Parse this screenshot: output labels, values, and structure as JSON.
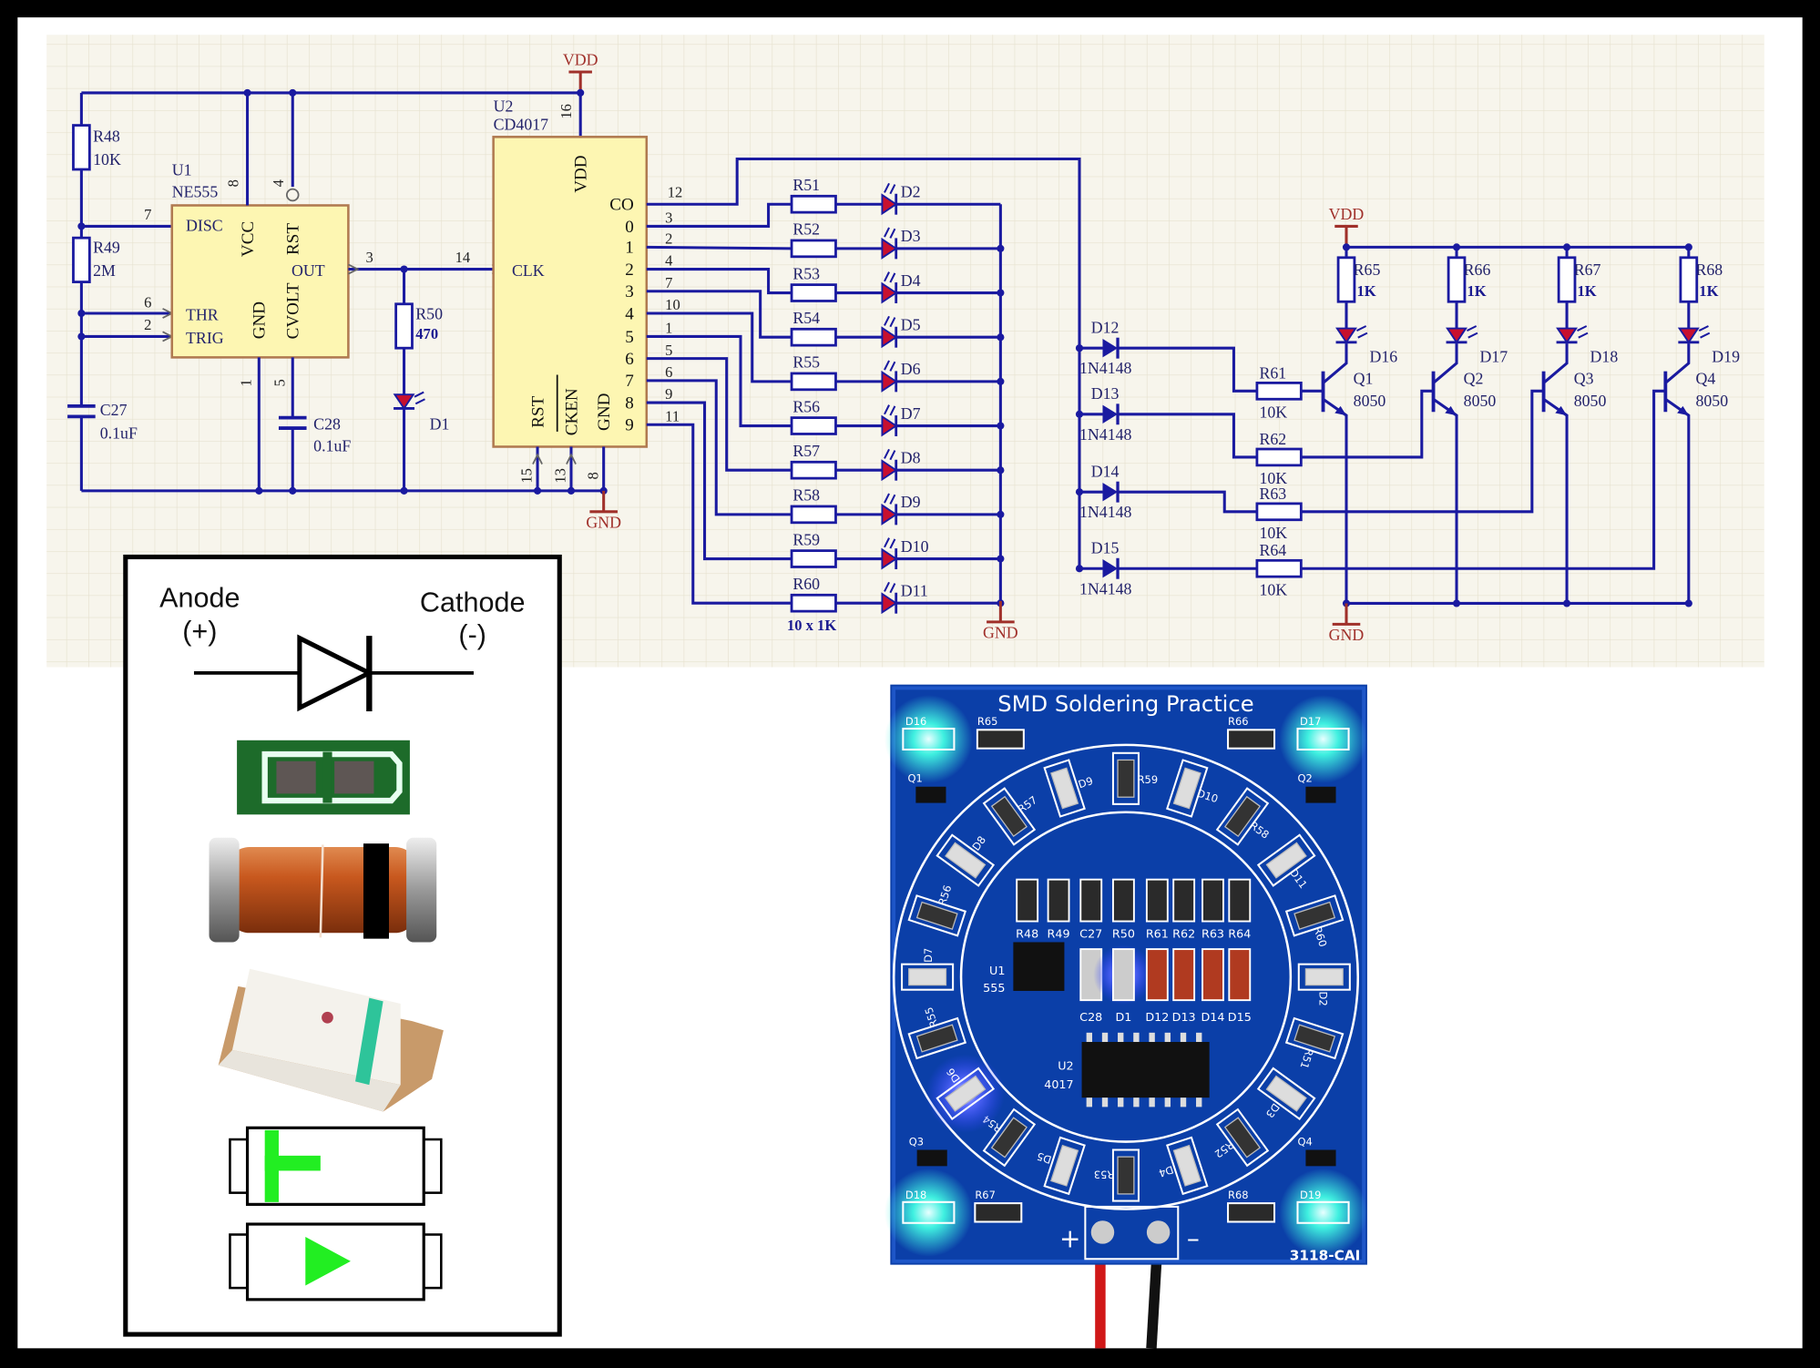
{
  "colors": {
    "wire": "#1a1aa0",
    "ic_fill": "#fdf6b2",
    "ic_stroke": "#b07a50",
    "power": "#a0302a",
    "led": "#c8102e",
    "pcb": "#0b3fa8",
    "guide_green": "#22ee22"
  },
  "schematic": {
    "vdd": "VDD",
    "gnd": "GND",
    "r48": {
      "ref": "R48",
      "value": "10K"
    },
    "r49": {
      "ref": "R49",
      "value": "2M"
    },
    "r50": {
      "ref": "R50",
      "value": "470"
    },
    "c27": {
      "ref": "C27",
      "value": "0.1uF"
    },
    "c28": {
      "ref": "C28",
      "value": "0.1uF"
    },
    "d1": "D1",
    "u1": {
      "ref": "U1",
      "part": "NE555",
      "pins": {
        "disc": "DISC",
        "vcc": "VCC",
        "rst": "RST",
        "out": "OUT",
        "thr": "THR",
        "trig": "TRIG",
        "gnd": "GND",
        "cvolt": "CVOLT"
      },
      "pin_numbers": {
        "disc": "7",
        "vcc": "8",
        "rst": "4",
        "out": "3",
        "thr": "6",
        "trig": "2",
        "gnd": "1",
        "cvolt": "5"
      }
    },
    "u2": {
      "ref": "U2",
      "part": "CD4017",
      "pins": {
        "vdd": "VDD",
        "clk": "CLK",
        "co": "CO",
        "rst": "RST",
        "cken": "CKEN",
        "gnd": "GND"
      },
      "outputs": [
        "0",
        "1",
        "2",
        "3",
        "4",
        "5",
        "6",
        "7",
        "8",
        "9"
      ],
      "pin_numbers": {
        "vdd": "16",
        "clk": "14",
        "co": "12",
        "rst": "15",
        "cken": "13",
        "gnd": "8"
      },
      "output_pin_numbers": [
        "3",
        "2",
        "4",
        "7",
        "10",
        "1",
        "5",
        "6",
        "9",
        "11"
      ]
    },
    "led_rows": {
      "resistors": [
        "R51",
        "R52",
        "R53",
        "R54",
        "R55",
        "R56",
        "R57",
        "R58",
        "R59",
        "R60"
      ],
      "leds": [
        "D2",
        "D3",
        "D4",
        "D5",
        "D6",
        "D7",
        "D8",
        "D9",
        "D10",
        "D11"
      ],
      "note": "10 x 1K"
    },
    "steering_diodes": [
      {
        "ref": "D12",
        "part": "1N4148"
      },
      {
        "ref": "D13",
        "part": "1N4148"
      },
      {
        "ref": "D14",
        "part": "1N4148"
      },
      {
        "ref": "D15",
        "part": "1N4148"
      }
    ],
    "base_resistors": [
      {
        "ref": "R61",
        "value": "10K"
      },
      {
        "ref": "R62",
        "value": "10K"
      },
      {
        "ref": "R63",
        "value": "10K"
      },
      {
        "ref": "R64",
        "value": "10K"
      }
    ],
    "drivers": [
      {
        "resistor": "R65",
        "value": "1K",
        "led": "D16",
        "transistor": "Q1",
        "part": "8050"
      },
      {
        "resistor": "R66",
        "value": "1K",
        "led": "D17",
        "transistor": "Q2",
        "part": "8050"
      },
      {
        "resistor": "R67",
        "value": "1K",
        "led": "D18",
        "transistor": "Q3",
        "part": "8050"
      },
      {
        "resistor": "R68",
        "value": "1K",
        "led": "D19",
        "transistor": "Q4",
        "part": "8050"
      }
    ]
  },
  "diode_guide": {
    "anode": "Anode",
    "anode_sign": "(+)",
    "cathode": "Cathode",
    "cathode_sign": "(-)"
  },
  "pcb": {
    "title": "SMD Soldering Practice",
    "ring_labels": [
      "R59",
      "D10",
      "R58",
      "D11",
      "R60",
      "D2",
      "R51",
      "D3",
      "R52",
      "D4",
      "R53",
      "D5",
      "R54",
      "D6",
      "R55",
      "D7",
      "R56",
      "D8",
      "R57",
      "D9"
    ],
    "lit_ring_led": "D6",
    "inner_top": [
      "R48",
      "R49",
      "C27",
      "R50",
      "R61",
      "R62",
      "R63",
      "R64"
    ],
    "inner_bottom": [
      "C28",
      "D1",
      "D12",
      "D13",
      "D14",
      "D15"
    ],
    "u1": "U1",
    "u1_part": "555",
    "u2": "U2",
    "u2_part": "4017",
    "corners": {
      "d16": "D16",
      "r65": "R65",
      "q1": "Q1",
      "d17": "D17",
      "r66": "R66",
      "q2": "Q2",
      "d18": "D18",
      "r67": "R67",
      "q3": "Q3",
      "d19": "D19",
      "r68": "R68",
      "q4": "Q4"
    },
    "plus": "+",
    "minus": "–",
    "code": "3118-CAI"
  }
}
